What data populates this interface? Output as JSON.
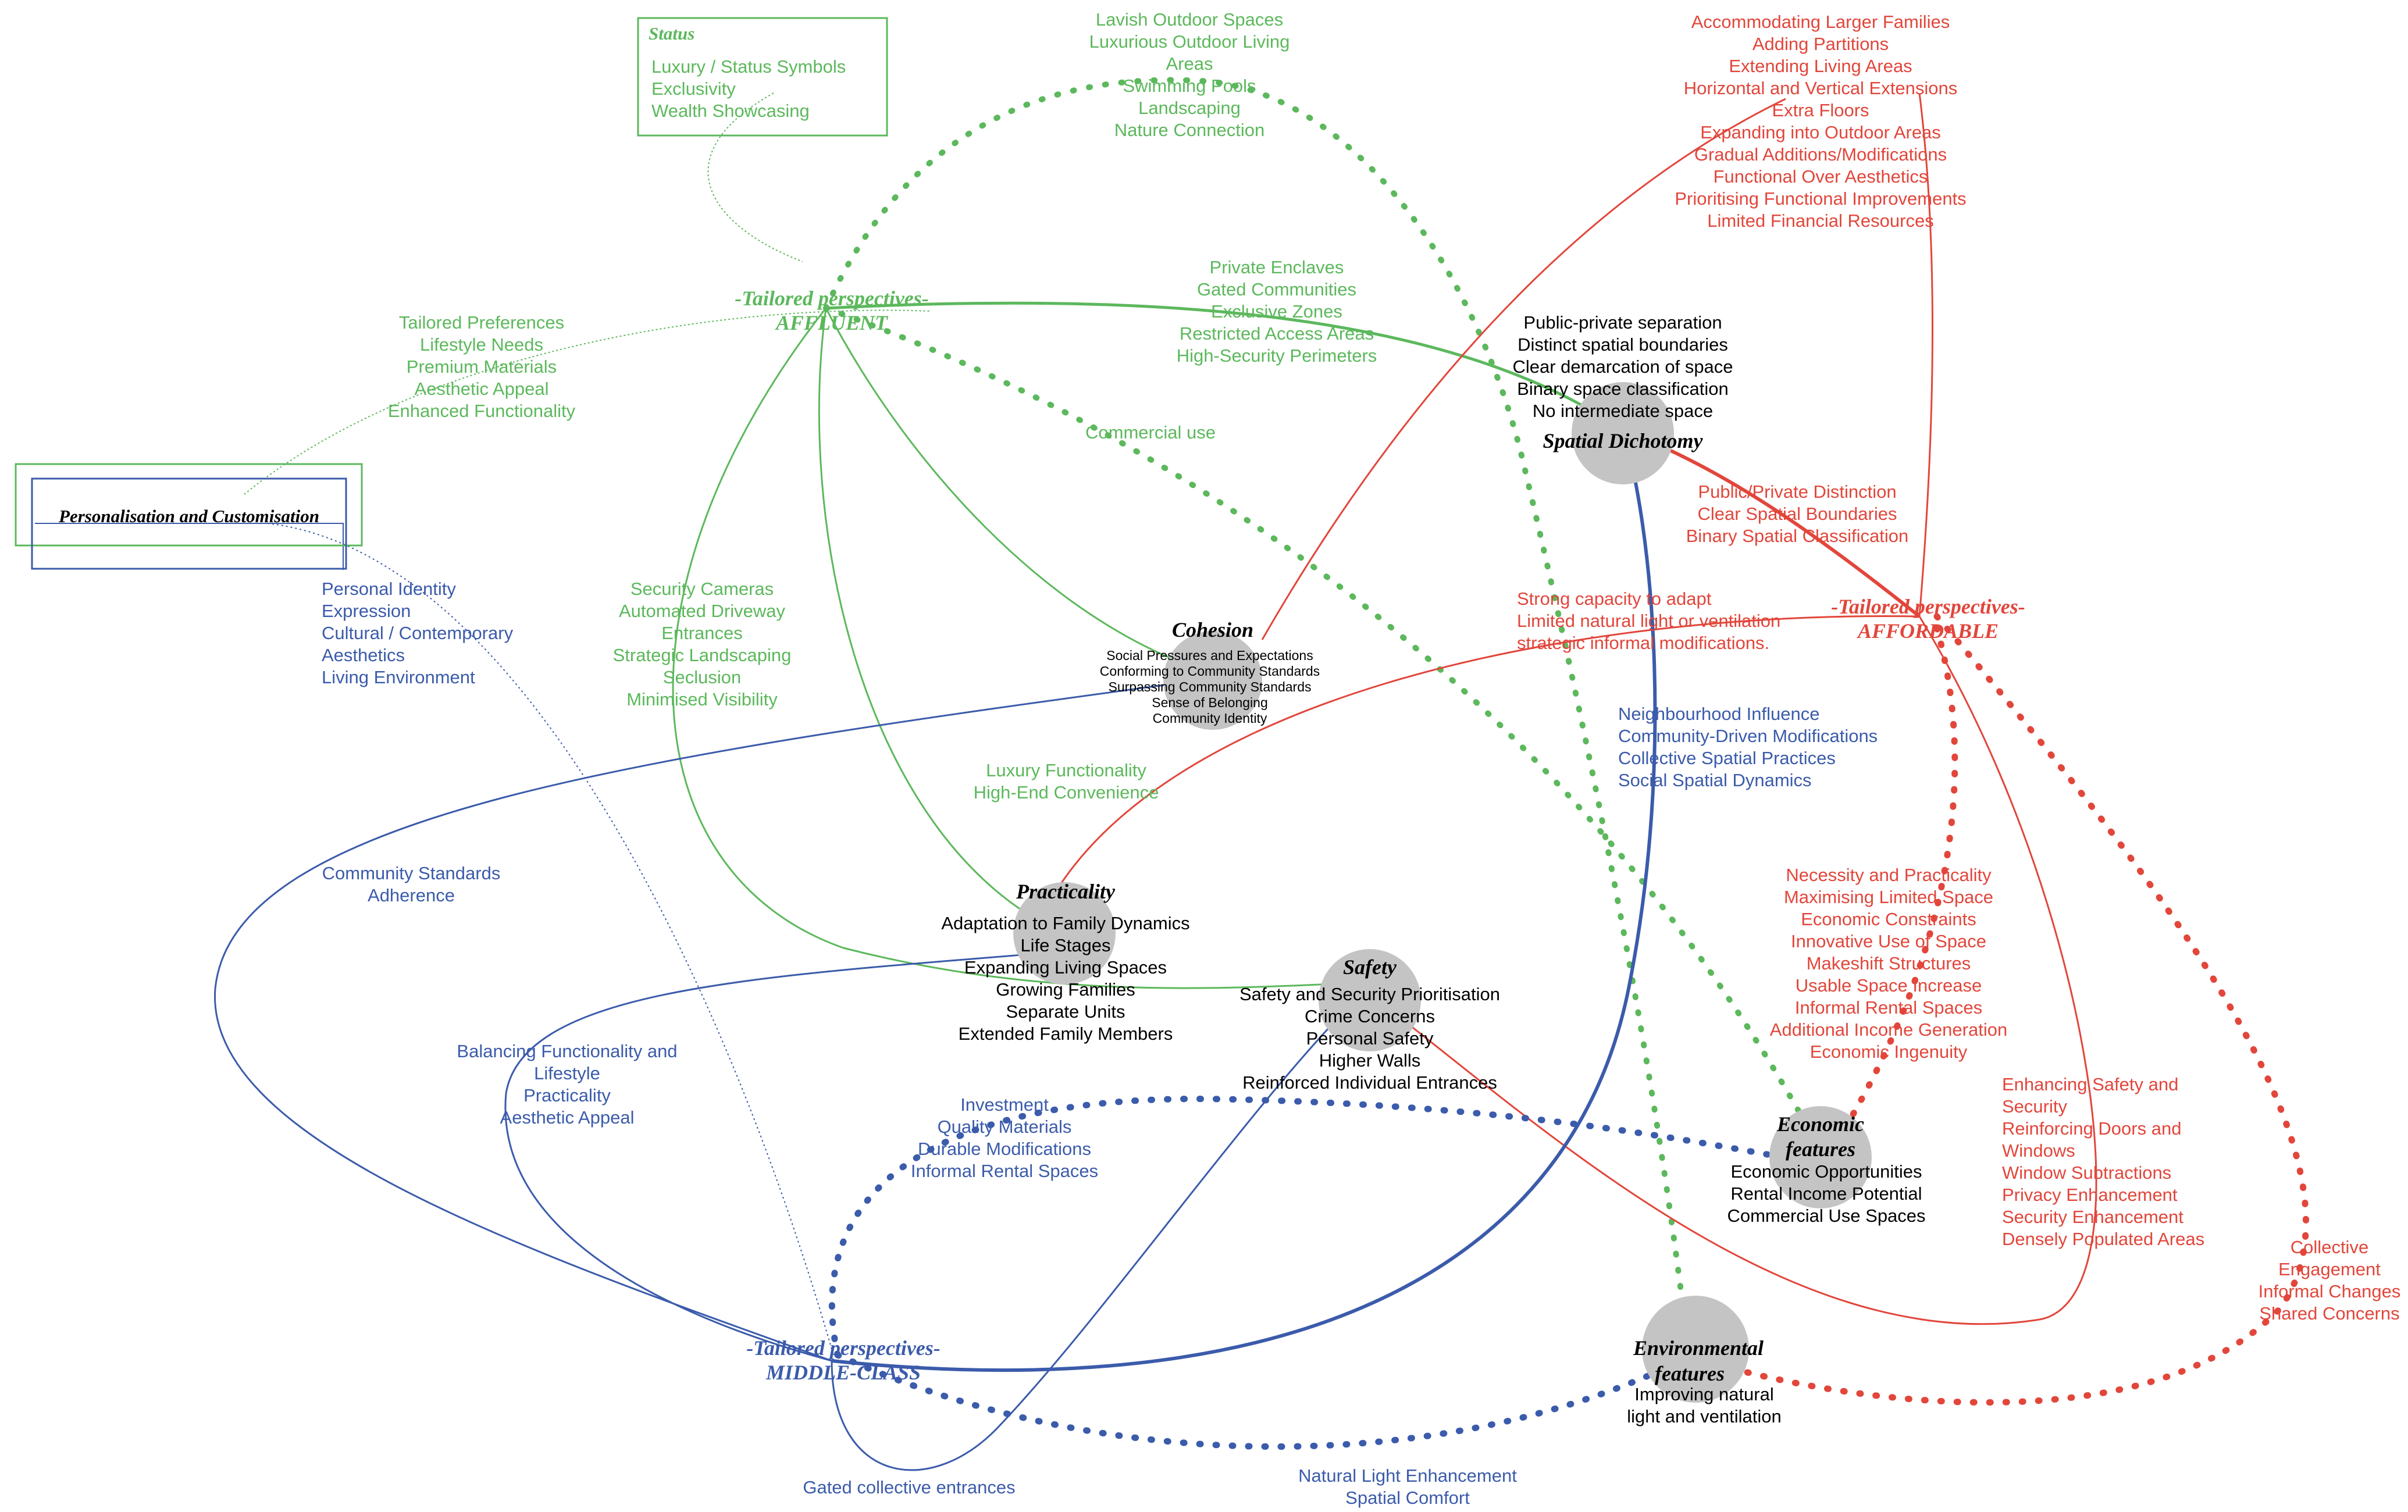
{
  "colors": {
    "green": "#5cb85c",
    "red": "#e2463b",
    "blue": "#3b5bab",
    "node": "#c4c4c4",
    "black": "#000000"
  },
  "status_box": {
    "title": "Status",
    "items": [
      "Luxury / Status Symbols",
      "Exclusivity",
      "Wealth Showcasing"
    ]
  },
  "personalisation_box": {
    "title": "Personalisation and Customisation"
  },
  "perspectives": {
    "affluent": {
      "line1": "-Tailored perspectives-",
      "line2": "AFFLUENT"
    },
    "affordable": {
      "line1": "-Tailored perspectives-",
      "line2": "AFFORDABLE"
    },
    "middle": {
      "line1": "-Tailored perspectives-",
      "line2": "MIDDLE-CLASS"
    }
  },
  "nodes": {
    "spatial_dichotomy": {
      "label": "Spatial  Dichotomy",
      "items": [
        "Public-private separation",
        "Distinct spatial boundaries",
        "Clear demarcation of space",
        "Binary space classification",
        "No intermediate space"
      ]
    },
    "cohesion": {
      "label": "Cohesion",
      "items": [
        "Social Pressures and Expectations",
        "Conforming to Community Standards",
        "Surpassing Community Standards",
        "Sense of Belonging",
        "Community Identity"
      ]
    },
    "practicality": {
      "label": "Practicality",
      "items": [
        "Adaptation to Family Dynamics",
        "Life Stages",
        "Expanding Living Spaces",
        "Growing Families",
        "Separate Units",
        "Extended Family Members"
      ]
    },
    "safety": {
      "label": "Safety",
      "items": [
        "Safety and Security Prioritisation",
        "Crime Concerns",
        "Personal Safety",
        "Higher Walls",
        "Reinforced Individual Entrances"
      ]
    },
    "economic": {
      "label_line1": "Economic",
      "label_line2": "features",
      "items": [
        "Economic Opportunities",
        "Rental Income Potential",
        "Commercial Use Spaces"
      ]
    },
    "environmental": {
      "label_line1": "Environmental",
      "label_line2": "features",
      "items": [
        "Improving natural",
        "light and ventilation"
      ]
    }
  },
  "green_labels": {
    "outdoor": [
      "Lavish Outdoor Spaces",
      "Luxurious Outdoor Living",
      "Areas",
      "Swimming Pools",
      "Landscaping",
      "Nature Connection"
    ],
    "enclaves": [
      "Private Enclaves",
      "Gated Communities",
      "Exclusive Zones",
      "Restricted Access Areas",
      "High-Security Perimeters"
    ],
    "preferences": [
      "Tailored Preferences",
      "Lifestyle Needs",
      "Premium Materials",
      "Aesthetic Appeal",
      "Enhanced Functionality"
    ],
    "commercial": [
      "Commercial use"
    ],
    "security": [
      "Security Cameras",
      "Automated Driveway",
      "Entrances",
      "Strategic Landscaping",
      "Seclusion",
      "Minimised Visibility"
    ],
    "luxury": [
      "Luxury Functionality",
      "High-End Convenience"
    ]
  },
  "red_labels": {
    "families": [
      "Accommodating Larger Families",
      "Adding Partitions",
      "Extending Living Areas",
      "Horizontal and Vertical Extensions",
      "Extra Floors",
      "Expanding into Outdoor Areas",
      "Gradual Additions/Modifications",
      "Functional Over Aesthetics",
      "Prioritising Functional Improvements",
      "Limited Financial Resources"
    ],
    "distinction": [
      "Public/Private Distinction",
      "Clear Spatial Boundaries",
      "Binary Spatial Classification"
    ],
    "adapt": [
      "Strong capacity to adapt",
      "Limited natural light or ventilation",
      "strategic informal modifications."
    ],
    "necessity": [
      "Necessity and Practicality",
      "Maximising Limited Space",
      "Economic Constraints",
      "Innovative Use of Space",
      "Makeshift Structures",
      "Usable Space Increase",
      "Informal Rental Spaces",
      "Additional Income Generation",
      "Economic Ingenuity"
    ],
    "safety": [
      "Enhancing Safety and",
      "Security",
      "Reinforcing Doors and",
      "Windows",
      "Window Subtractions",
      "Privacy Enhancement",
      "Security Enhancement",
      "Densely Populated Areas"
    ],
    "collective": [
      "Collective",
      "Engagement",
      "Informal Changes",
      "Shared Concerns"
    ]
  },
  "blue_labels": {
    "identity": [
      "Personal Identity",
      "Expression",
      "Cultural / Contemporary",
      "Aesthetics",
      "Living Environment"
    ],
    "neighbourhood": [
      "Neighbourhood Influence",
      "Community-Driven Modifications",
      "Collective Spatial Practices",
      "Social Spatial Dynamics"
    ],
    "standards": [
      "Community Standards",
      "Adherence"
    ],
    "balancing": [
      "Balancing Functionality and",
      "Lifestyle",
      "Practicality",
      "Aesthetic Appeal"
    ],
    "investment": [
      "Investment",
      "Quality Materials",
      "Durable Modifications",
      "Informal Rental Spaces"
    ],
    "gated": [
      "Gated collective entrances"
    ],
    "natural": [
      "Natural Light Enhancement",
      "Spatial Comfort"
    ]
  }
}
